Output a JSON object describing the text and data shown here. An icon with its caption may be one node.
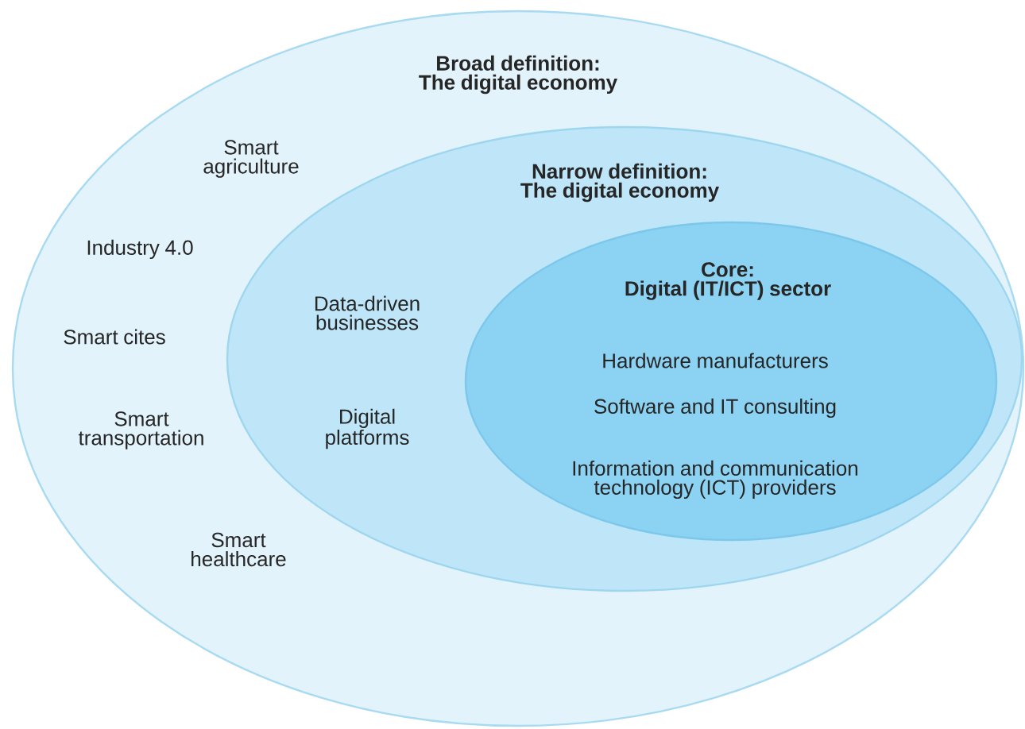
{
  "diagram": {
    "nodes": [
      {
        "text": [
          "Broad definition: The digital economy",
          "Smart agriculture",
          "Industry 4.0",
          "Smart cites",
          "Smart transportation",
          "Smart healthcare"
        ]
      },
      {
        "text": [
          "Narrow definition: The digital economy",
          "Data-driven businesses",
          "Digital platforms"
        ],
        "in": 0
      },
      {
        "text": [
          "Core: Digital (IT/ICT) sector",
          "Hardware manufacturers",
          "Software and IT consulting",
          "Information and communication technology (ICT) providers"
        ],
        "in": 1
      }
    ]
  }
}
